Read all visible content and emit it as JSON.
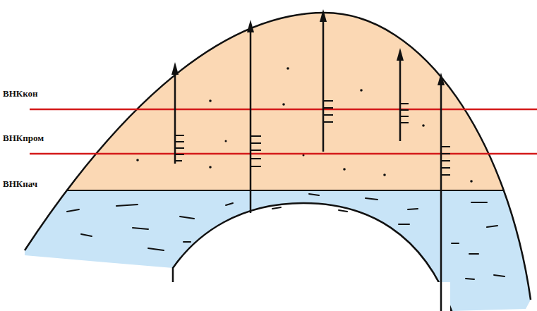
{
  "diagram": {
    "labels": [
      "ВНКкон",
      "ВНКпром",
      "ВНКнач"
    ]
  }
}
